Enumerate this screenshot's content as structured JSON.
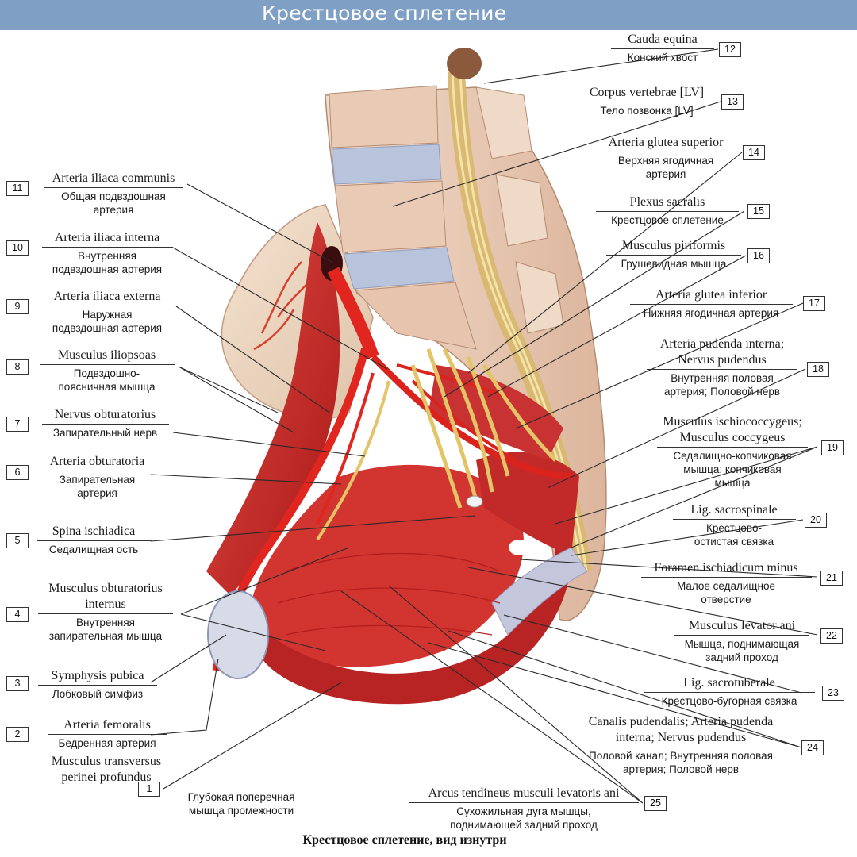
{
  "header": {
    "title": "Крестцовое сплетение"
  },
  "caption": "Крестцовое сплетение, вид изнутри",
  "labels": [
    {
      "num": "1",
      "lat": [
        "Musculus transversus",
        "perinei profundus"
      ],
      "rus": [
        "Глубокая поперечная",
        "мышца промежности"
      ]
    },
    {
      "num": "2",
      "lat": [
        "Arteria femoralis"
      ],
      "rus": [
        "Бедренная артерия"
      ]
    },
    {
      "num": "3",
      "lat": [
        "Symphysis pubica"
      ],
      "rus": [
        "Лобковый симфиз"
      ]
    },
    {
      "num": "4",
      "lat": [
        "Musculus obturatorius",
        "internus"
      ],
      "rus": [
        "Внутренняя",
        "запирательная мышца"
      ]
    },
    {
      "num": "5",
      "lat": [
        "Spina ischiadica"
      ],
      "rus": [
        "Седалищная ость"
      ]
    },
    {
      "num": "6",
      "lat": [
        "Arteria obturatoria"
      ],
      "rus": [
        "Запирательная",
        "артерия"
      ]
    },
    {
      "num": "7",
      "lat": [
        "Nervus obturatorius"
      ],
      "rus": [
        "Запирательный нерв"
      ]
    },
    {
      "num": "8",
      "lat": [
        "Musculus iliopsoas"
      ],
      "rus": [
        "Подвздошно-",
        "поясничная мышца"
      ]
    },
    {
      "num": "9",
      "lat": [
        "Arteria iliaca externa"
      ],
      "rus": [
        "Наружная",
        "подвздошная артерия"
      ]
    },
    {
      "num": "10",
      "lat": [
        "Arteria iliaca interna"
      ],
      "rus": [
        "Внутренняя",
        "подвздошная артерия"
      ]
    },
    {
      "num": "11",
      "lat": [
        "Arteria iliaca communis"
      ],
      "rus": [
        "Общая подвздошная",
        "артерия"
      ]
    },
    {
      "num": "12",
      "lat": [
        "Cauda equina"
      ],
      "rus": [
        "Конский хвост"
      ]
    },
    {
      "num": "13",
      "lat": [
        "Corpus vertebrae [LV]"
      ],
      "rus": [
        "Тело позвонка [LV]"
      ]
    },
    {
      "num": "14",
      "lat": [
        "Arteria glutea superior"
      ],
      "rus": [
        "Верхняя ягодичная",
        "артерия"
      ]
    },
    {
      "num": "15",
      "lat": [
        "Plexus sacralis"
      ],
      "rus": [
        "Крестцовое сплетение"
      ]
    },
    {
      "num": "16",
      "lat": [
        "Musculus piriformis"
      ],
      "rus": [
        "Грушевидная мышца"
      ]
    },
    {
      "num": "17",
      "lat": [
        "Arteria glutea inferior"
      ],
      "rus": [
        "Нижняя ягодичная артерия"
      ]
    },
    {
      "num": "18",
      "lat": [
        "Arteria pudenda interna;",
        "Nervus pudendus"
      ],
      "rus": [
        "Внутренняя половая",
        "артерия; Половой нерв"
      ]
    },
    {
      "num": "19",
      "lat": [
        "Musculus ischiococcygeus;",
        "Musculus coccygeus"
      ],
      "rus": [
        "Седалищно-копчиковая",
        "мышца; копчиковая",
        "мышца"
      ]
    },
    {
      "num": "20",
      "lat": [
        "Lig. sacrospinale"
      ],
      "rus": [
        "Крестцово-",
        "остистая связка"
      ]
    },
    {
      "num": "21",
      "lat": [
        "Foramen ischiadicum minus"
      ],
      "rus": [
        "Малое седалищное",
        "отверстие"
      ]
    },
    {
      "num": "22",
      "lat": [
        "Musculus levator ani"
      ],
      "rus": [
        "Мышца, поднимающая",
        "задний проход"
      ]
    },
    {
      "num": "23",
      "lat": [
        "Lig. sacrotuberale"
      ],
      "rus": [
        "Крестцово-бугорная связка"
      ]
    },
    {
      "num": "24",
      "lat": [
        "Canalis pudendalis; Arteria pudenda",
        "interna; Nervus pudendus"
      ],
      "rus": [
        "Половой канал; Внутренняя половая",
        "артерия; Половой нерв"
      ]
    },
    {
      "num": "25",
      "lat": [
        "Arcus tendineus musculi levatoris ani"
      ],
      "rus": [
        "Сухожильная дуга мышцы,",
        "поднимающей задний проход"
      ]
    }
  ],
  "colors": {
    "banner": "#7f9fc4",
    "muscle": "#cf2a2a",
    "artery": "#e0261f",
    "bone": "#e7c9b4",
    "disc": "#b8c3dc",
    "nerve": "#e0c070"
  }
}
